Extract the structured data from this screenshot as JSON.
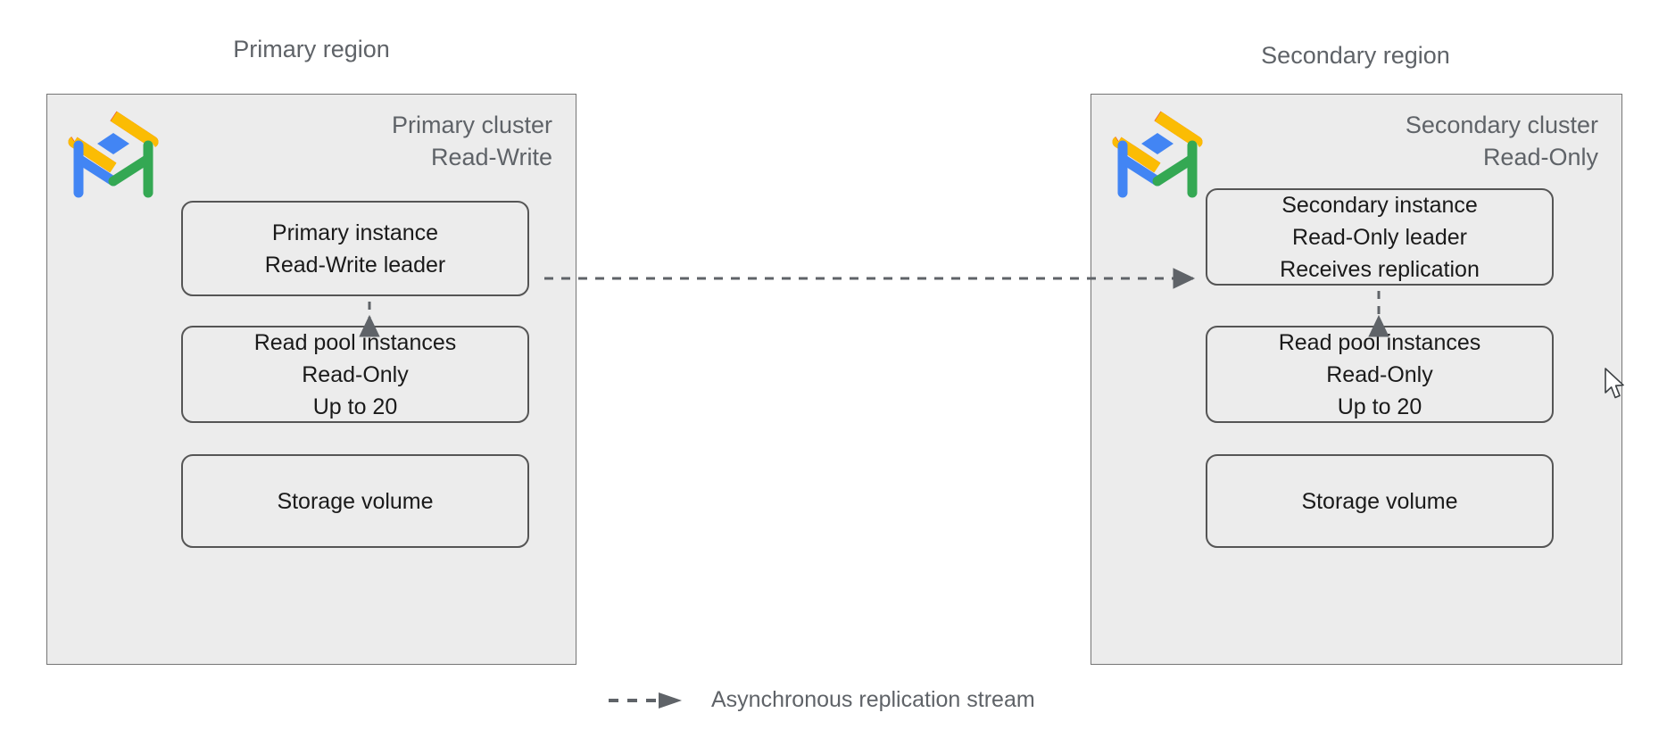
{
  "diagram": {
    "regions": [
      {
        "id": "primary",
        "caption": "Primary region",
        "cluster_title": "Primary cluster\nRead-Write",
        "logo_name": "alloydb-logo",
        "nodes": [
          {
            "id": "primary-instance",
            "label": "Primary instance\nRead-Write leader"
          },
          {
            "id": "primary-readpool",
            "label": "Read pool instances\nRead-Only\nUp to 20"
          },
          {
            "id": "primary-storage",
            "label": "Storage volume"
          }
        ]
      },
      {
        "id": "secondary",
        "caption": "Secondary region",
        "cluster_title": "Secondary cluster\nRead-Only",
        "logo_name": "alloydb-logo",
        "nodes": [
          {
            "id": "secondary-instance",
            "label": "Secondary instance\nRead-Only leader\nReceives replication"
          },
          {
            "id": "secondary-readpool",
            "label": "Read pool instances\nRead-Only\nUp to 20"
          },
          {
            "id": "secondary-storage",
            "label": "Storage volume"
          }
        ]
      }
    ],
    "legend": {
      "arrow_icon": "dashed-arrow-icon",
      "label": "Asynchronous replication stream"
    },
    "connectors": [
      {
        "id": "primary-instance-to-readpool",
        "style": "dashed",
        "direction": "down"
      },
      {
        "id": "secondary-instance-to-readpool",
        "style": "dashed",
        "direction": "down"
      },
      {
        "id": "primary-to-secondary-replication",
        "style": "dashed",
        "direction": "right"
      }
    ],
    "colors": {
      "panel_fill": "#ececec",
      "panel_border": "#757575",
      "node_border": "#555555",
      "caption_text": "#5f6368",
      "node_text": "#1a1a1a",
      "connector": "#5f6368",
      "logo_red": "#ea4335",
      "logo_yellow": "#fbbc04",
      "logo_blue": "#4285f4",
      "logo_green": "#34a853",
      "background": "#ffffff"
    },
    "cursor": {
      "icon": "mouse-pointer-icon"
    }
  }
}
